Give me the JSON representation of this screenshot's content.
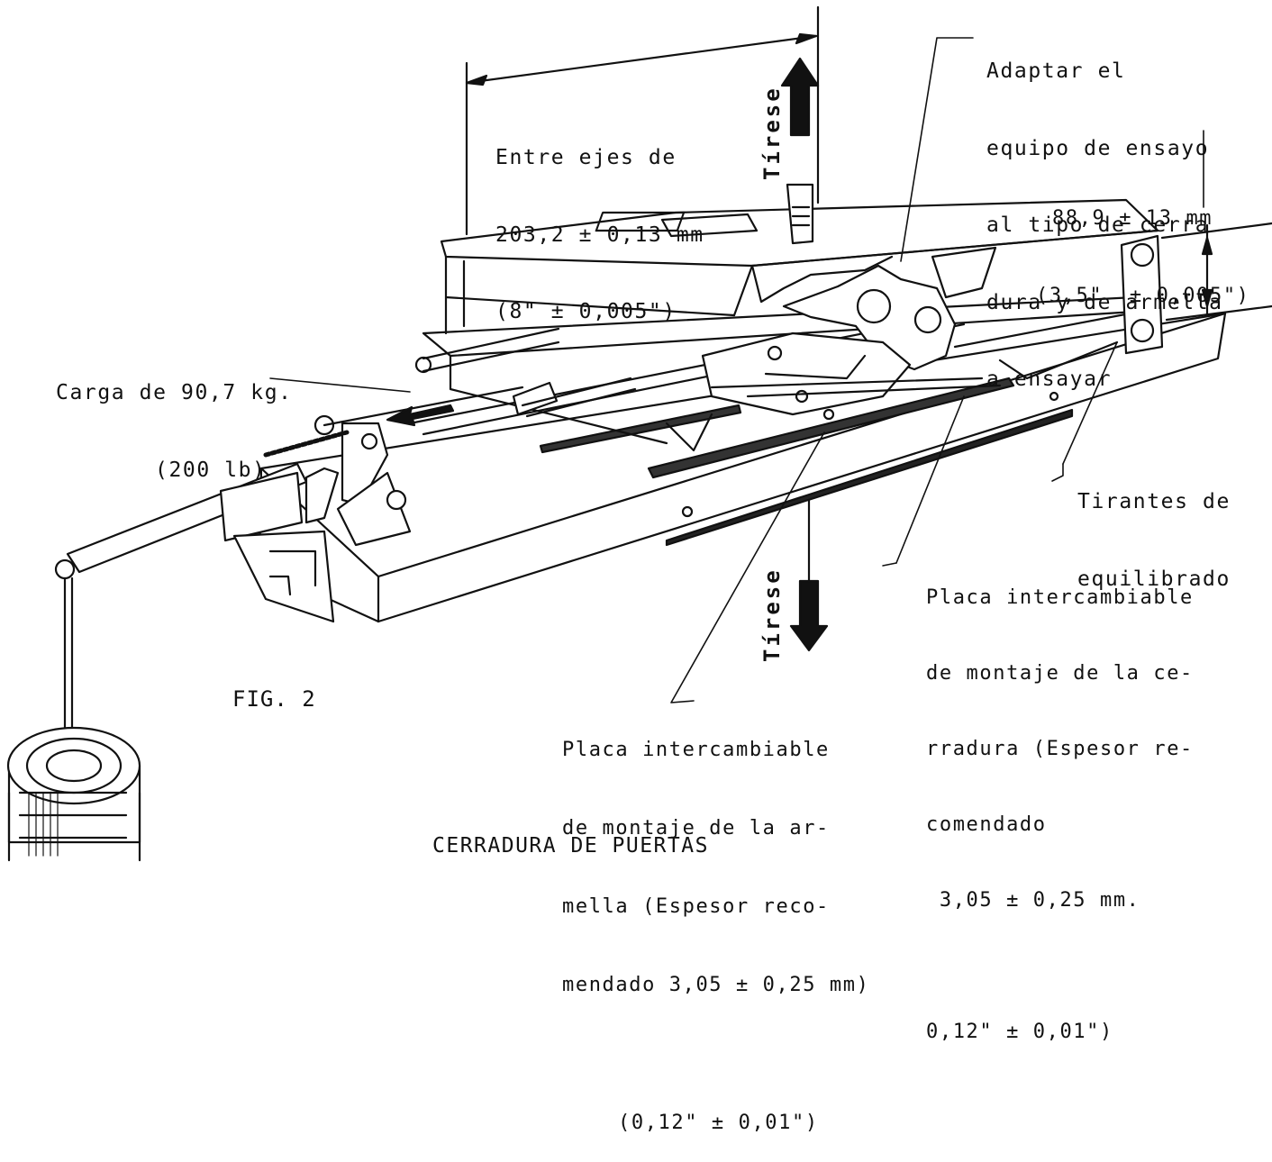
{
  "figure_label": "FIG. 2",
  "pull_up": "Tírese",
  "pull_down": "Tírese",
  "labels": {
    "axis_distance": [
      "Entre ejes de",
      "203,2 ± 0,13 mm",
      "(8\" ± 0,005\")"
    ],
    "adapt_equipment": [
      "Adaptar el",
      "equipo de ensayo",
      "al tipo de cerra",
      "dura y de armella",
      "a ensayar"
    ],
    "dim_889": [
      "88,9 ± 13 mm",
      "(3,5\"  ± 0,005\")"
    ],
    "load": [
      "Carga de 90,7 kg.",
      "(200 lb)"
    ],
    "tie_rods": [
      "Tirantes de",
      "equilibrado"
    ],
    "lock_plate": [
      "Placa intercambiable",
      "de montaje de la ce-",
      "rradura (Espesor re-",
      "comendado",
      " 3,05 ± 0,25 mm.",
      "",
      "0,12\" ± 0,01\")"
    ],
    "striker_plate": [
      "Placa intercambiable",
      "de montaje de la ar-",
      "mella (Espesor reco-",
      "mendado 3,05 ± 0,25 mm)",
      "",
      "(0,12\" ± 0,01\")"
    ]
  },
  "caption": "CERRADURA DE PUERTAS"
}
